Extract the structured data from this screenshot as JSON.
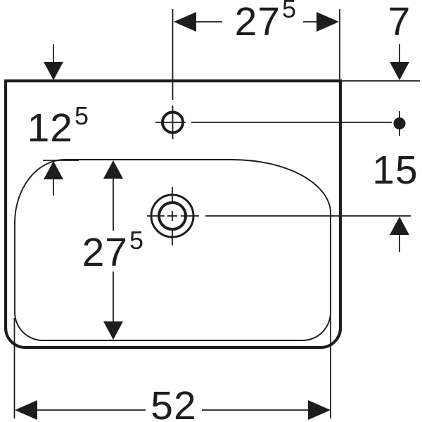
{
  "colors": {
    "line": "#1d1d1b",
    "background": "#ffffff"
  },
  "labels": {
    "top_width": {
      "value": "27",
      "sup": "5"
    },
    "back_to_tap": {
      "value": "7"
    },
    "back_to_bowl": {
      "value": "12",
      "sup": "5"
    },
    "tap_to_drain": {
      "value": "15"
    },
    "bowl_depth": {
      "value": "27",
      "sup": "5"
    },
    "overall_width": {
      "value": "52"
    }
  }
}
